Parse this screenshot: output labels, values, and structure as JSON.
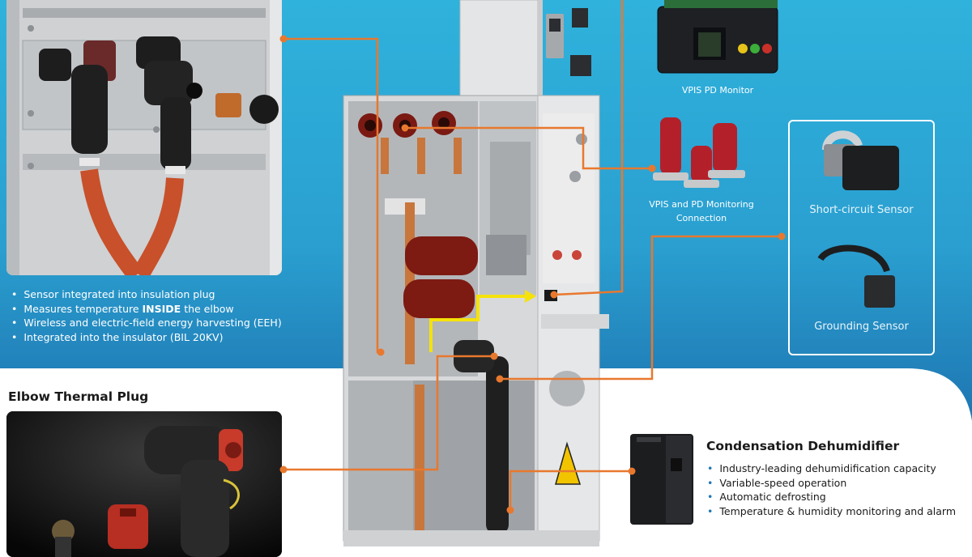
{
  "sensor_bullets": [
    {
      "pre": "Sensor integrated into insulation plug",
      "bold": "",
      "post": ""
    },
    {
      "pre": "Measures temperature ",
      "bold": "INSIDE",
      "post": " the elbow"
    },
    {
      "pre": "Wireless and electric-field energy harvesting (EEH)",
      "bold": "",
      "post": ""
    },
    {
      "pre": "Integrated into the insulator (BIL 20KV)",
      "bold": "",
      "post": ""
    }
  ],
  "elbow_title": "Elbow Thermal Plug",
  "pd_monitor_label": "VPIS PD Monitor",
  "vpis_label_line1": "VPIS and PD Monitoring",
  "vpis_label_line2": "Connection",
  "short_circuit_label": "Short-circuit Sensor",
  "grounding_label": "Grounding Sensor",
  "dehumidifier_title": "Condensation Dehumidifier",
  "dehumidifier_features": [
    "Industry-leading dehumidification capacity",
    "Variable-speed operation",
    "Automatic defrosting",
    "Temperature & humidity monitoring  and alarm"
  ],
  "colors": {
    "connector_orange": "#e8782e",
    "signal_yellow": "#f5e20a",
    "bg_blue_top": "#2fb2dc",
    "bg_blue_bottom": "#1b6ba6"
  }
}
